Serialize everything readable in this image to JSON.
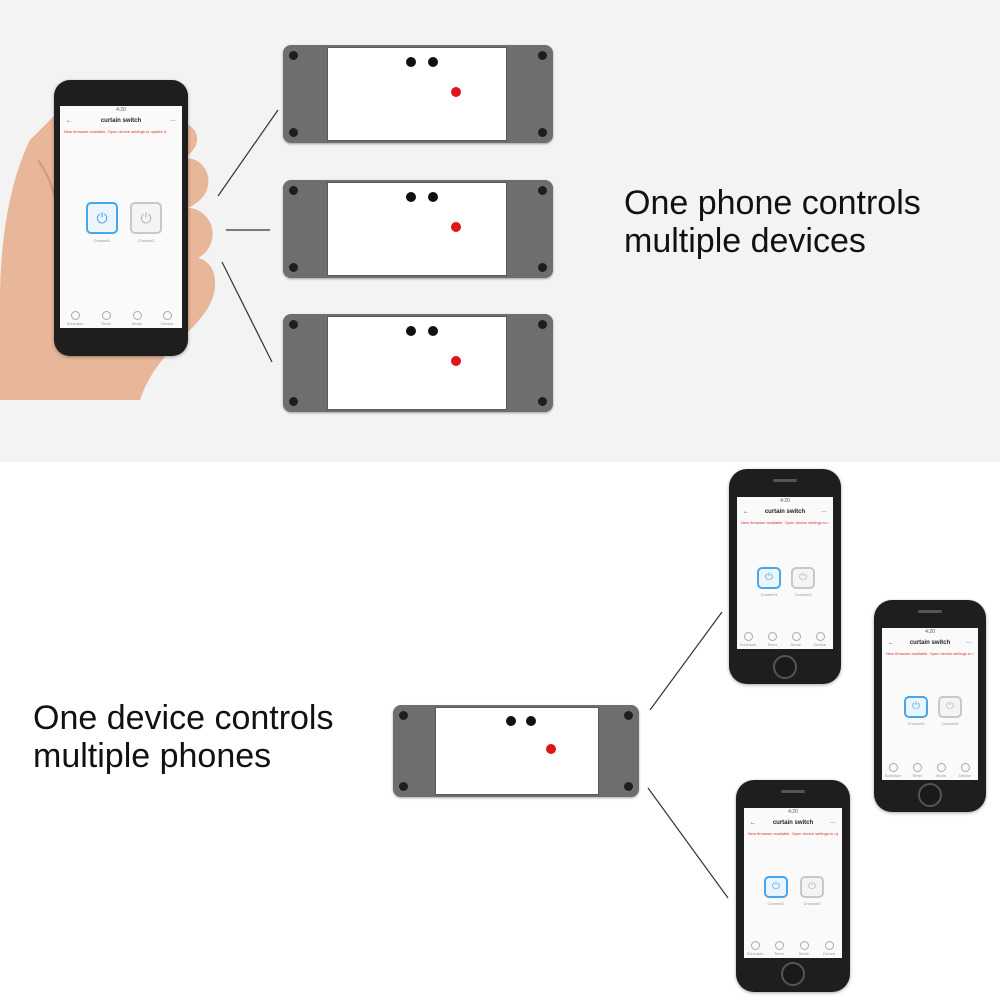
{
  "captions": {
    "top": [
      "One phone controls",
      "multiple devices"
    ],
    "bottom": [
      "One device controls",
      "multiple phones"
    ]
  },
  "app": {
    "title": "curtain switch",
    "time": "4:20",
    "notice": "New firmware available. Open device settings to update it.",
    "button1": "Channel1",
    "button2": "Channel2",
    "tabs": [
      "Schedule",
      "Timer",
      "Mode",
      "Device"
    ]
  },
  "colors": {
    "device_body": "#6e6e6e",
    "led": "#e0151b",
    "button_active": "#4aa6e8",
    "top_background": "#f3f3f3"
  },
  "icons": {
    "back": "arrow-left-icon",
    "more": "more-icon",
    "power": "power-icon"
  }
}
